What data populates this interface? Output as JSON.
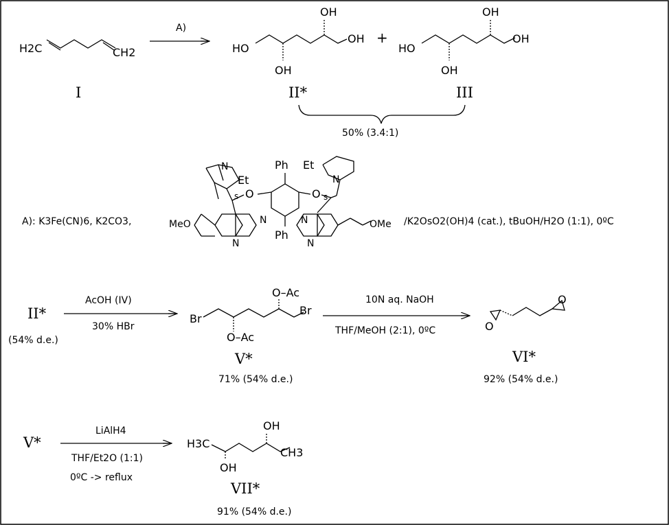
{
  "scheme": {
    "row1": {
      "start_left": "H2C",
      "start_right": "CH2",
      "start_label": "I",
      "arrow_label": "A)",
      "prod1": {
        "top_oh": "OH",
        "right_oh": "OH",
        "left_ho": "HO",
        "bottom_oh": "OH",
        "label": "II*"
      },
      "plus": "+",
      "prod2": {
        "top_oh": "OH",
        "right_oh": "OH",
        "left_ho": "HO",
        "bottom_oh": "OH",
        "label": "III"
      },
      "yield": "50% (3.4:1)"
    },
    "reagents": {
      "prefix": "A): K3Fe(CN)6, K2CO3,",
      "suffix": "/K2OsO2(OH)4 (cat.), tBuOH/H2O (1:1), 0ºC",
      "ligand": {
        "et_left": "Et",
        "et_right": "Et",
        "ph_top": "Ph",
        "ph_bottom": "Ph",
        "meo_left": "MeO",
        "ome_right": "OMe",
        "s_left": "s",
        "s_right": "s",
        "o": "O",
        "n": "N"
      }
    },
    "row3": {
      "start": "II*",
      "start_de": "(54% d.e.)",
      "arrow1_top": "AcOH (IV)",
      "arrow1_bottom": "30% HBr",
      "prod": {
        "oac_top": "O–Ac",
        "oac_bottom": "O–Ac",
        "br_left": "Br",
        "br_right": "Br",
        "label": "V*",
        "yield": "71% (54% d.e.)"
      },
      "arrow2_top": "10N aq. NaOH",
      "arrow2_bottom": "THF/MeOH (2:1), 0ºC",
      "prod2": {
        "o_left": "O",
        "o_right": "O",
        "label": "VI*",
        "yield": "92% (54% d.e.)"
      }
    },
    "row4": {
      "start": "V*",
      "arrow_top": "LiAlH4",
      "arrow_bottom1": "THF/Et2O (1:1)",
      "arrow_bottom2": "0ºC -> reflux",
      "prod": {
        "h3c": "H3C",
        "ch3": "CH3",
        "oh_top": "OH",
        "oh_bottom": "OH",
        "label": "VII*",
        "yield": "91% (54% d.e.)"
      }
    }
  }
}
